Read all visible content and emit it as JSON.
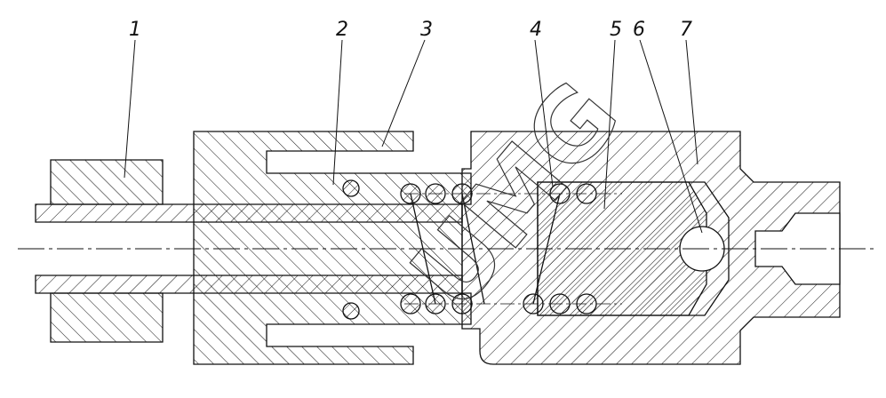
{
  "drawing": {
    "callouts": [
      {
        "label": "1"
      },
      {
        "label": "2"
      },
      {
        "label": "3"
      },
      {
        "label": "4"
      },
      {
        "label": "5"
      },
      {
        "label": "6"
      },
      {
        "label": "7"
      }
    ],
    "watermark": "UMG",
    "colors": {
      "line": "#111111",
      "background": "#ffffff"
    }
  }
}
